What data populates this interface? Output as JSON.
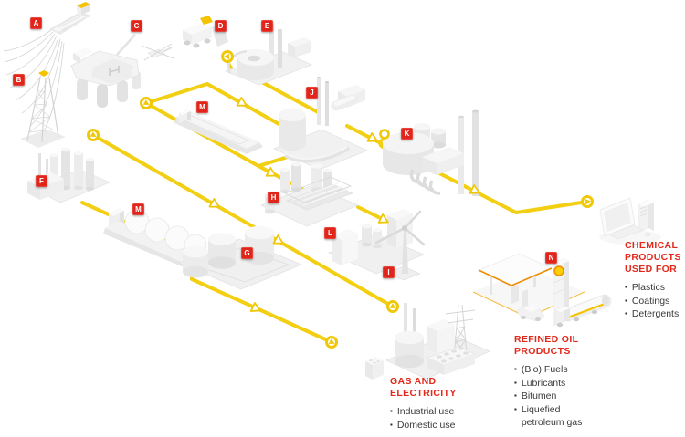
{
  "diagram": {
    "facilities": [
      {
        "marker": "A",
        "name": "seismic-survey-vessel"
      },
      {
        "marker": "B",
        "name": "drilling-derrick"
      },
      {
        "marker": "C",
        "name": "offshore-platform"
      },
      {
        "marker": "D",
        "name": "seismic-vibrator-truck"
      },
      {
        "marker": "E",
        "name": "gas-processing-plant"
      },
      {
        "marker": "F",
        "name": "gas-treatment-plant"
      },
      {
        "marker": "G",
        "name": "storage-tanks"
      },
      {
        "marker": "H",
        "name": "oil-refinery"
      },
      {
        "marker": "I",
        "name": "wind-turbine"
      },
      {
        "marker": "J",
        "name": "processing-plant"
      },
      {
        "marker": "K",
        "name": "chemical-plant"
      },
      {
        "marker": "L",
        "name": "lubricants-plant"
      },
      {
        "marker": "M",
        "name": "oil-tanker"
      },
      {
        "marker": "M",
        "name": "lng-carrier"
      },
      {
        "marker": "N",
        "name": "service-station"
      }
    ],
    "legend": {
      "chemical": {
        "heading_lines": [
          "CHEMICAL",
          "PRODUCTS",
          "USED FOR"
        ],
        "items": [
          "Plastics",
          "Coatings",
          "Detergents"
        ]
      },
      "refined": {
        "heading_lines": [
          "REFINED OIL",
          "PRODUCTS"
        ],
        "items": [
          "(Bio) Fuels",
          "Lubricants",
          "Bitumen",
          "Liquefied petroleum gas"
        ]
      },
      "gas_electricity": {
        "heading_lines": [
          "GAS AND",
          "ELECTRICITY"
        ],
        "items": [
          "Industrial use",
          "Domestic use"
        ]
      }
    },
    "colors": {
      "accent_red": "#E1251B",
      "pipeline_yellow": "#F2CF12",
      "brand_yellow": "#FBCE07",
      "brand_orange": "#F08C00",
      "building_gray": "#ECECEC"
    }
  }
}
